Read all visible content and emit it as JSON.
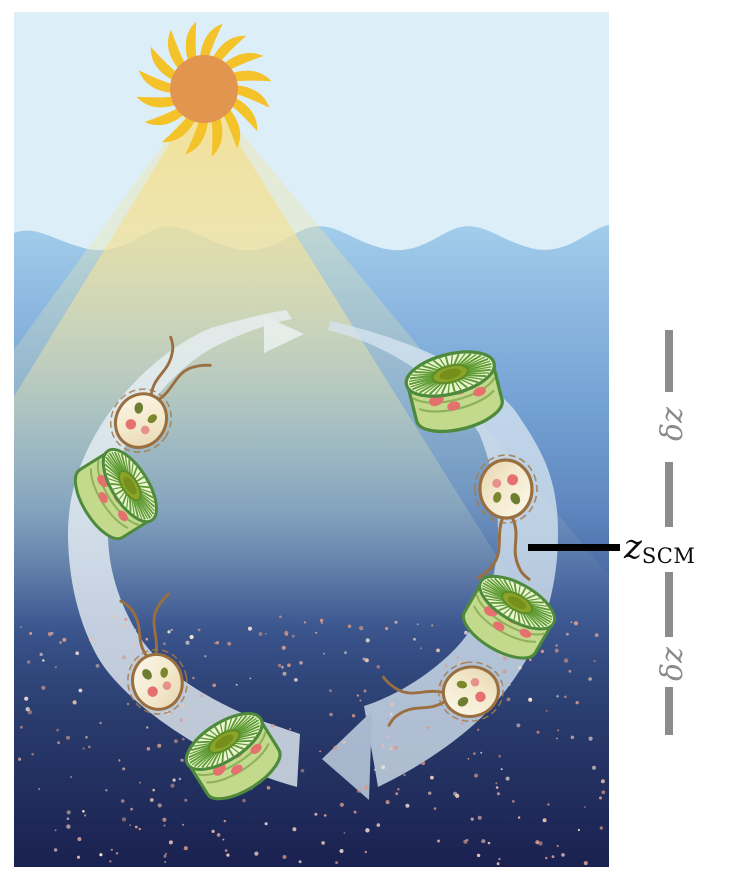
{
  "figure": {
    "description": "Schematic ocean cross-section: sunlight cone entering water, clockwise vertical-migration cycle of phytoplankton (diatoms and flagellates) around the subsurface chlorophyll maximum depth",
    "annotations": {
      "delta_z_upper": {
        "label": "δz"
      },
      "delta_z_lower": {
        "label": "δz"
      },
      "scm": {
        "main": "z",
        "sub": "SCM"
      }
    },
    "icons": [
      "sun-icon",
      "light-cone",
      "ocean-surface-waves",
      "cycle-arrow",
      "diatom-icon",
      "flagellate-icon",
      "marine-snow-speckles",
      "depth-bar"
    ],
    "colors": {
      "sky": "#dceff8",
      "sun_disc": "#e2954e",
      "sun_rays": "#f4c229",
      "light_cone": "#f5e6a8",
      "water_surface": "#a5cfec",
      "water_deep": "#1a2150",
      "cycle_arrow_up": "#e9f1f6",
      "cycle_arrow_down": "#d6e4f0",
      "diatom_green": "#c3d98b",
      "diatom_outline": "#4e8a3c",
      "cell_red_spot": "#e4716e",
      "flagellate_body": "#f7efda",
      "flagellate_outline": "#9a6f40",
      "speckle": "#d89a8a",
      "depth_bar": "#8c8c8c",
      "scm_line": "#000000"
    }
  }
}
